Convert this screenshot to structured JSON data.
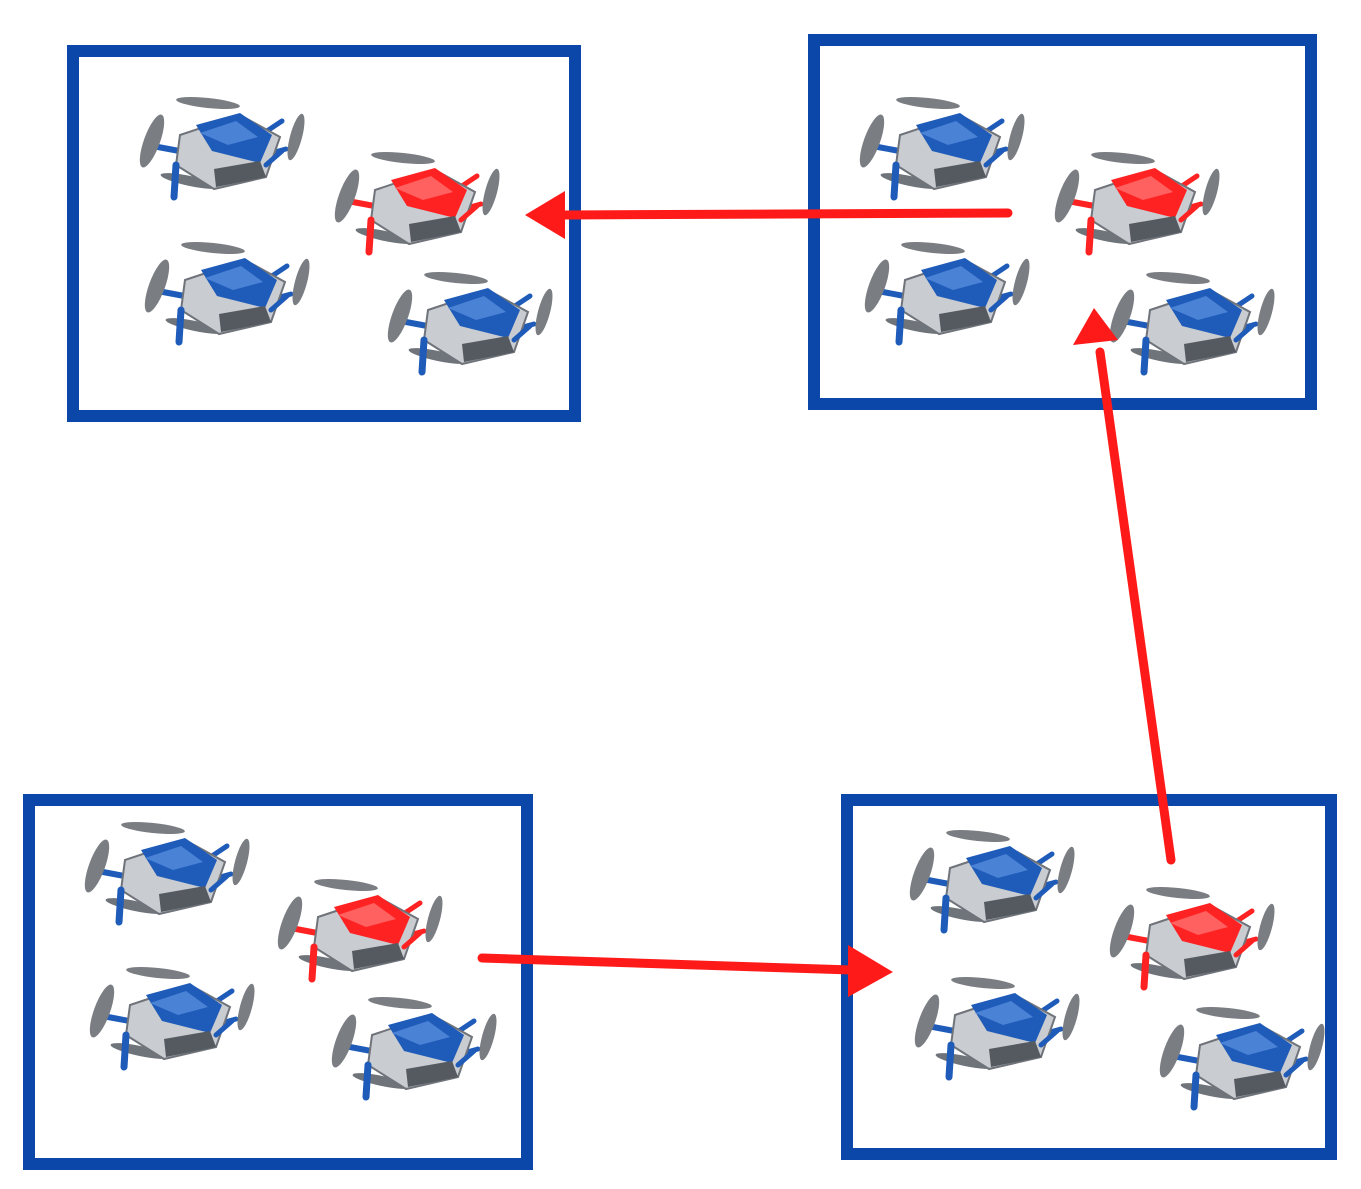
{
  "colors": {
    "frame": "#0b47a8",
    "arrow": "#ff1a1a",
    "drone_body": "#c9ccd0",
    "drone_body_dark": "#6f737a",
    "drone_highlight_blue": "#1f5bb8",
    "drone_highlight_red": "#ff2222",
    "propeller": "#7a7d82",
    "background": "#ffffff"
  },
  "icons": {
    "drone": "quadcopter-drone-icon",
    "arrow": "red-transition-arrow"
  },
  "swarms": [
    {
      "name": "swarm-top-left",
      "drones": [
        "blue",
        "red",
        "blue",
        "blue"
      ]
    },
    {
      "name": "swarm-top-right",
      "drones": [
        "blue",
        "red",
        "blue",
        "blue"
      ]
    },
    {
      "name": "swarm-bottom-left",
      "drones": [
        "blue",
        "red",
        "blue",
        "blue"
      ]
    },
    {
      "name": "swarm-bottom-right",
      "drones": [
        "blue",
        "red",
        "blue",
        "blue"
      ]
    }
  ],
  "transitions": [
    {
      "from": "swarm-bottom-left",
      "to": "swarm-bottom-right"
    },
    {
      "from": "swarm-bottom-right",
      "to": "swarm-top-right"
    },
    {
      "from": "swarm-top-right",
      "to": "swarm-top-left"
    }
  ]
}
